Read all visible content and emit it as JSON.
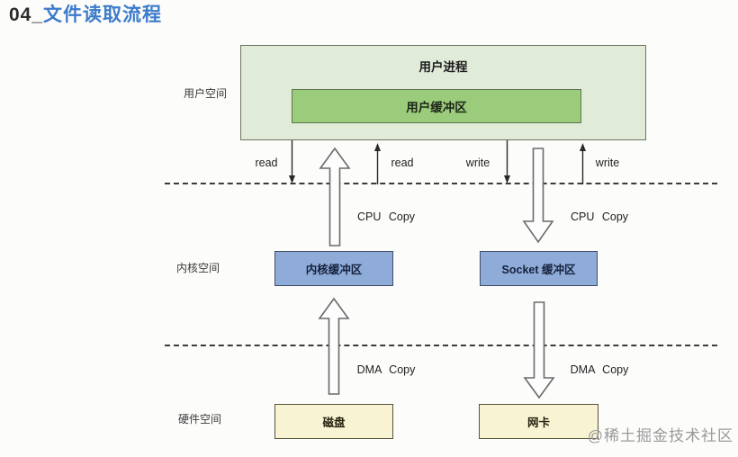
{
  "header": {
    "number": "04_",
    "title": "文件读取流程"
  },
  "spaces": {
    "user": "用户空间",
    "kernel": "内核空间",
    "hardware": "硬件空间"
  },
  "nodes": {
    "user_process": "用户进程",
    "user_buffer": "用户缓冲区",
    "kernel_buffer": "内核缓冲区",
    "socket_buffer": "Socket 缓冲区",
    "disk": "磁盘",
    "nic": "网卡"
  },
  "flow": {
    "read_left": "read",
    "read_right": "read",
    "write_left": "write",
    "write_right": "write",
    "cpu_copy_left": "CPU Copy",
    "cpu_copy_right": "CPU Copy",
    "dma_copy_left": "DMA Copy",
    "dma_copy_right": "DMA Copy"
  },
  "watermark": "@稀土掘金技术社区",
  "colors": {
    "title_accent": "#3c7bca",
    "user_process_fill": "#e0ebd8",
    "user_buffer_fill": "#9bcc7c",
    "kernel_buffer_fill": "#8fabd8",
    "hardware_fill": "#f8f3d2",
    "watermark_gray": "#9a9a9a"
  }
}
